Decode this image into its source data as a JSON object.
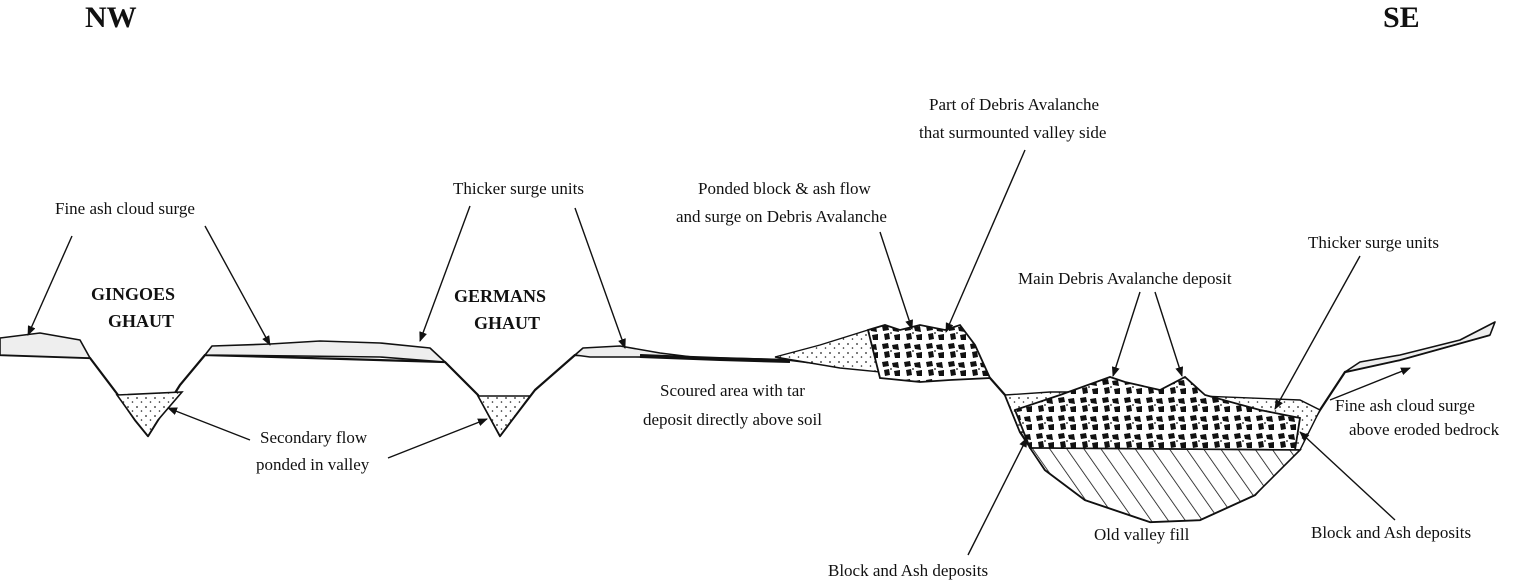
{
  "direction": {
    "left": "NW",
    "right": "SE"
  },
  "valleys": {
    "gingoes": [
      "GINGOES",
      "GHAUT"
    ],
    "germans": [
      "GERMANS",
      "GHAUT"
    ]
  },
  "labels": {
    "fine_ash_left": "Fine ash cloud surge",
    "thicker_surge_left": "Thicker surge units",
    "ponded_block": [
      "Ponded block & ash flow",
      "and surge on Debris Avalanche"
    ],
    "part_debris": [
      "Part of Debris Avalanche",
      "that surmounted valley side"
    ],
    "thicker_surge_right": "Thicker surge units",
    "main_debris": "Main Debris Avalanche deposit",
    "secondary_flow": [
      "Secondary flow",
      "ponded in valley"
    ],
    "scoured_area": [
      "Scoured area with tar",
      "deposit directly above soil"
    ],
    "fine_ash_right": [
      "Fine ash cloud surge",
      "above eroded bedrock"
    ],
    "block_ash_bottom": "Block and Ash deposits",
    "old_valley_fill": "Old valley fill",
    "block_ash_right": "Block and Ash deposits"
  }
}
